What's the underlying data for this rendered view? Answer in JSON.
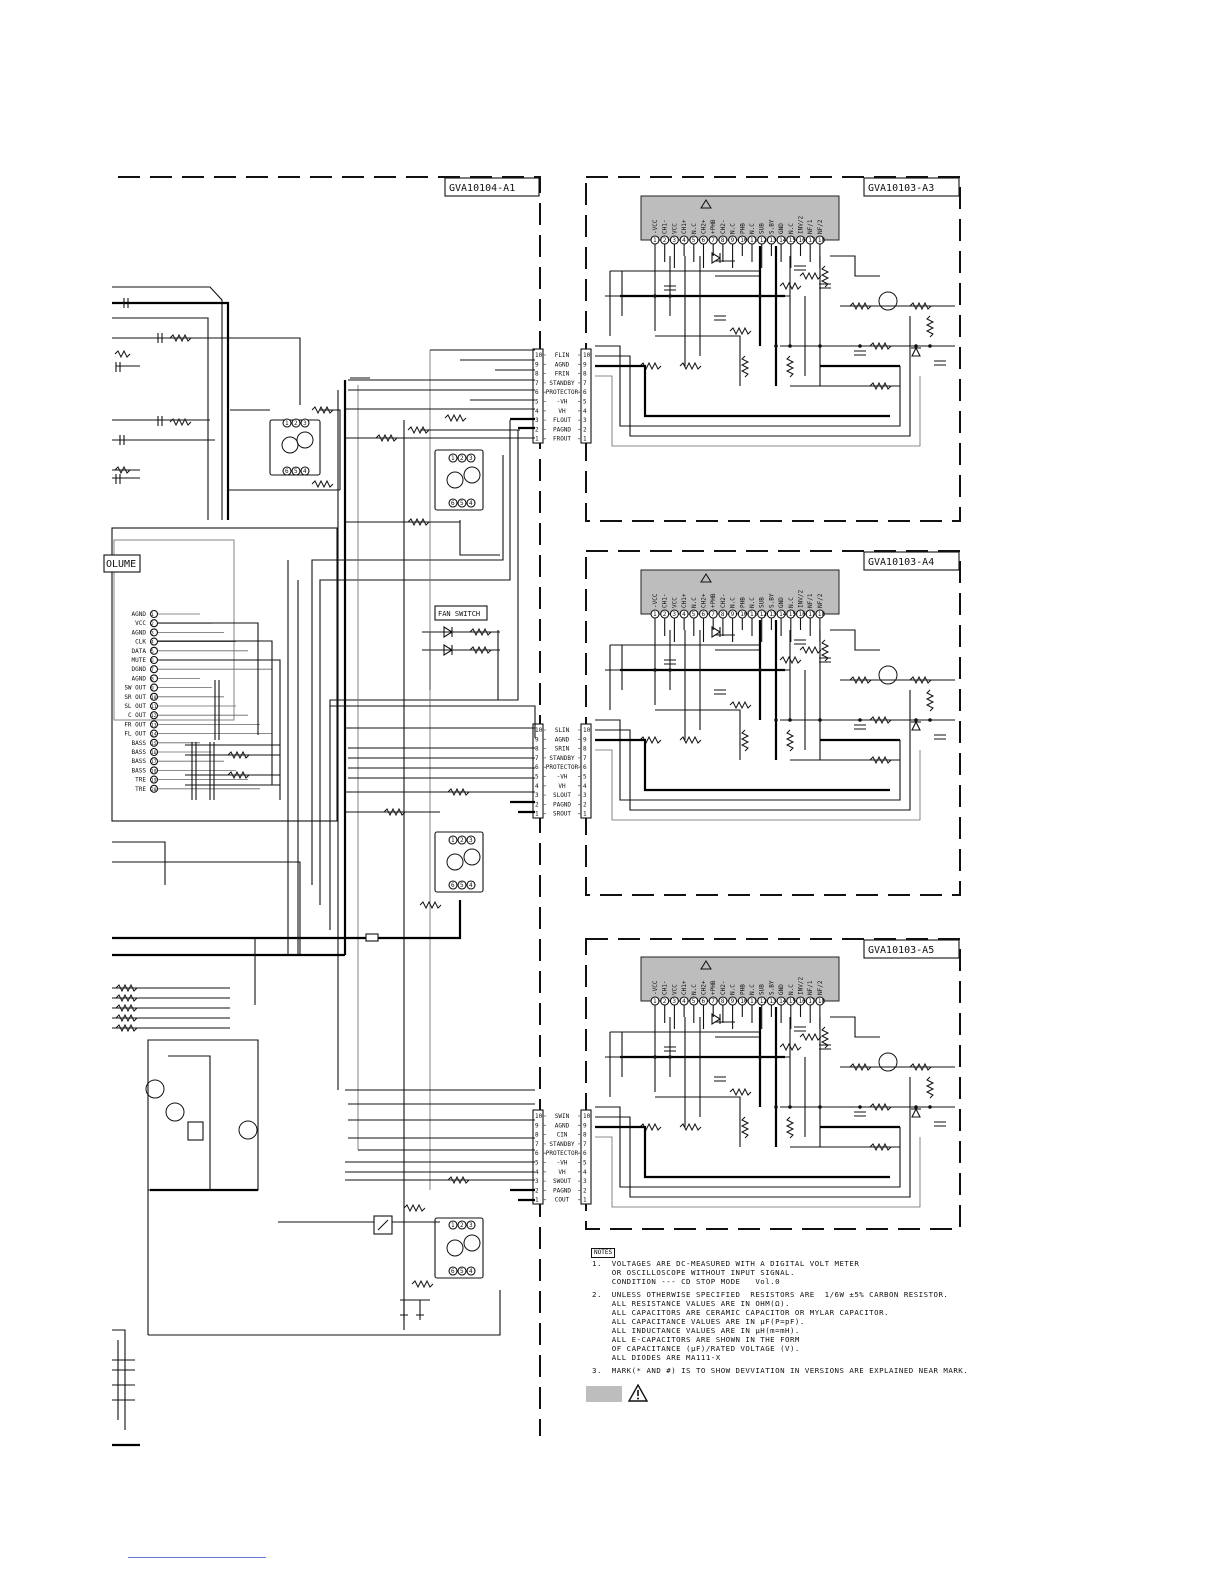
{
  "board_labels": {
    "main": "GVA10104-A1",
    "amp_front": "GVA10103-A3",
    "amp_surround": "GVA10103-A4",
    "amp_sub": "GVA10103-A5"
  },
  "section_labels": {
    "volume": "OLUME",
    "fan_switch": "FAN SWITCH"
  },
  "ic_pins": [
    "-VCC",
    "CH1-",
    "VCC",
    "CH1+",
    "N.C",
    "CH2+",
    "+PHB",
    "CH2-",
    "N.C",
    "PHB",
    "N.C",
    "SUB",
    "S.BY",
    "GND",
    "N.C",
    "INV/2",
    "NF/1",
    "NF/2"
  ],
  "ic_pin_numbers": [
    "1",
    "2",
    "3",
    "4",
    "5",
    "6",
    "7",
    "8",
    "9",
    "10",
    "11",
    "12",
    "13",
    "14",
    "15",
    "16",
    "17",
    "18"
  ],
  "connector_front": [
    "FLIN",
    "AGND",
    "FRIN",
    "STANDBY",
    "PROTECTOR",
    "-VH",
    "VH",
    "FLOUT",
    "PAGND",
    "FROUT"
  ],
  "connector_surround": [
    "SLIN",
    "AGND",
    "SRIN",
    "STANDBY",
    "PROTECTOR",
    "-VH",
    "VH",
    "SLOUT",
    "PAGND",
    "SROUT"
  ],
  "connector_sub": [
    "SWIN",
    "AGND",
    "CIN",
    "STANDBY",
    "PROTECTOR",
    "-VH",
    "VH",
    "SWOUT",
    "PAGND",
    "COUT"
  ],
  "connector_numbers": [
    "10",
    "9",
    "8",
    "7",
    "6",
    "5",
    "4",
    "3",
    "2",
    "1"
  ],
  "volume_pins": [
    "AGND",
    "VCC",
    "AGND",
    "CLK",
    "DATA",
    "MUTE",
    "DGND",
    "AGND",
    "SW OUT",
    "SR OUT",
    "SL OUT",
    "C OUT",
    "FR OUT",
    "FL OUT",
    "BASS",
    "BASS",
    "BASS",
    "BASS",
    "TRE",
    "TRE"
  ],
  "volume_pin_numbers": [
    "1",
    "2",
    "3",
    "4",
    "5",
    "6",
    "7",
    "8",
    "9",
    "10",
    "11",
    "12",
    "13",
    "14",
    "15",
    "16",
    "17",
    "18",
    "19",
    "20"
  ],
  "transistor_pins": {
    "top": [
      "1",
      "2",
      "3"
    ],
    "bottom": [
      "6",
      "5",
      "4"
    ]
  },
  "notes": {
    "tag": "NOTES",
    "lines": [
      "1.  VOLTAGES ARE DC-MEASURED WITH A DIGITAL VOLT METER",
      "    OR OSCILLOSCOPE WITHOUT INPUT SIGNAL.",
      "    CONDITION --- CD STOP MODE   Vol.0",
      "2.  UNLESS OTHERWISE SPECIFIED  RESISTORS ARE  1/6W ±5% CARBON RESISTOR.",
      "    ALL RESISTANCE VALUES ARE IN OHM(Ω).",
      "    ALL CAPACITORS ARE CERAMIC CAPACITOR OR MYLAR CAPACITOR.",
      "    ALL CAPACITANCE VALUES ARE IN µF(P=pF).",
      "    ALL INDUCTANCE VALUES ARE IN µH(m=mH).",
      "    ALL E-CAPACITORS ARE SHOWN IN THE FORM",
      "    OF CAPACITANCE (µF)/RATED VOLTAGE (V).",
      "    ALL DIODES ARE MA111-X",
      "3.  MARK(* AND #) IS TO SHOW DEVVIATION IN VERSIONS ARE EXPLAINED NEAR MARK."
    ]
  },
  "colors": {
    "ic_fill": "#bdbdbd",
    "legend_fill": "#bdbdbd",
    "footer_line": "#6a7bd6"
  }
}
